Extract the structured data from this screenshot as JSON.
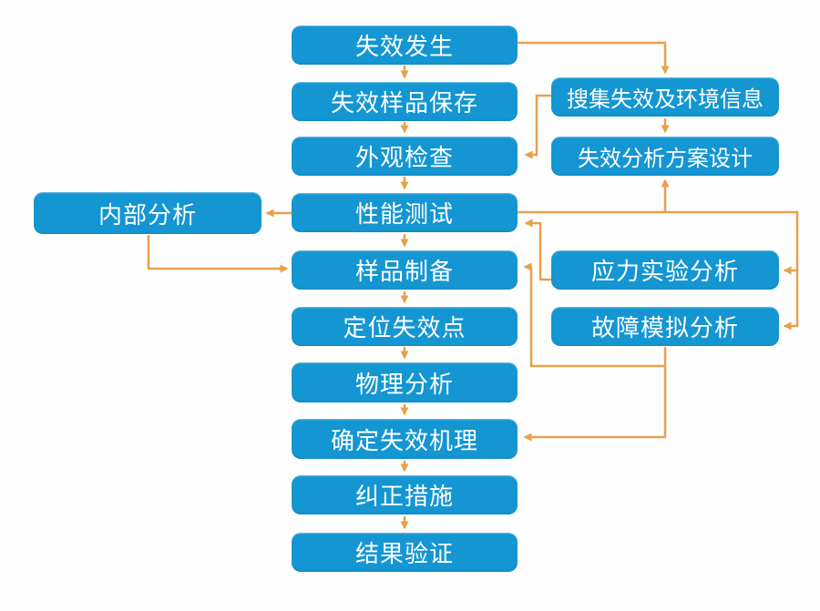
{
  "diagram": {
    "type": "flowchart",
    "colors": {
      "node_fill": "#1496d3",
      "node_text": "#ffffff",
      "arrow": "#e7a14c",
      "background": "#fefefe"
    },
    "nodes": [
      {
        "id": "failure-occurs",
        "label": "失效发生"
      },
      {
        "id": "failure-sample-preservation",
        "label": "失效样品保存"
      },
      {
        "id": "visual-inspection",
        "label": "外观检查"
      },
      {
        "id": "performance-test",
        "label": "性能测试"
      },
      {
        "id": "sample-preparation",
        "label": "样品制备"
      },
      {
        "id": "locate-failure-point",
        "label": "定位失效点"
      },
      {
        "id": "physical-analysis",
        "label": "物理分析"
      },
      {
        "id": "determine-failure-mechanism",
        "label": "确定失效机理"
      },
      {
        "id": "corrective-measures",
        "label": "纠正措施"
      },
      {
        "id": "result-verification",
        "label": "结果验证"
      },
      {
        "id": "internal-analysis",
        "label": "内部分析"
      },
      {
        "id": "collect-failure-environment-info",
        "label": "搜集失效及环境信息"
      },
      {
        "id": "failure-analysis-plan-design",
        "label": "失效分析方案设计"
      },
      {
        "id": "stress-experiment-analysis",
        "label": "应力实验分析"
      },
      {
        "id": "fault-simulation-analysis",
        "label": "故障模拟分析"
      }
    ],
    "edges": [
      {
        "from": "failure-occurs",
        "to": "failure-sample-preservation"
      },
      {
        "from": "failure-occurs",
        "to": "collect-failure-environment-info"
      },
      {
        "from": "failure-sample-preservation",
        "to": "visual-inspection"
      },
      {
        "from": "collect-failure-environment-info",
        "to": "visual-inspection"
      },
      {
        "from": "collect-failure-environment-info",
        "to": "failure-analysis-plan-design"
      },
      {
        "from": "visual-inspection",
        "to": "performance-test"
      },
      {
        "from": "performance-test",
        "to": "internal-analysis"
      },
      {
        "from": "performance-test",
        "to": "sample-preparation"
      },
      {
        "from": "performance-test",
        "to": "failure-analysis-plan-design"
      },
      {
        "from": "performance-test",
        "to": "stress-experiment-analysis"
      },
      {
        "from": "performance-test",
        "to": "fault-simulation-analysis"
      },
      {
        "from": "internal-analysis",
        "to": "sample-preparation"
      },
      {
        "from": "stress-experiment-analysis",
        "to": "performance-test"
      },
      {
        "from": "fault-simulation-analysis",
        "to": "sample-preparation"
      },
      {
        "from": "fault-simulation-analysis",
        "to": "determine-failure-mechanism"
      },
      {
        "from": "sample-preparation",
        "to": "locate-failure-point"
      },
      {
        "from": "locate-failure-point",
        "to": "physical-analysis"
      },
      {
        "from": "physical-analysis",
        "to": "determine-failure-mechanism"
      },
      {
        "from": "determine-failure-mechanism",
        "to": "corrective-measures"
      },
      {
        "from": "corrective-measures",
        "to": "result-verification"
      }
    ]
  }
}
